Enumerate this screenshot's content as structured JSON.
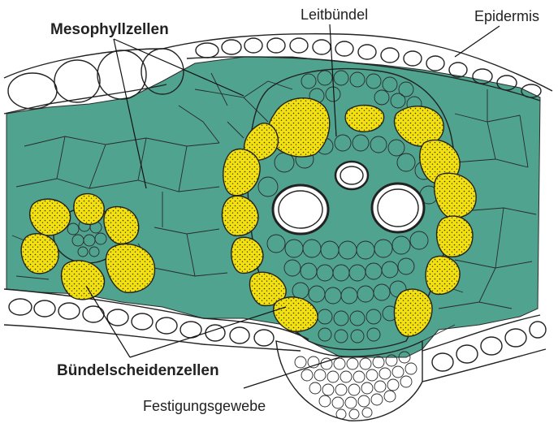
{
  "labels": {
    "mesophyll": "Mesophyllzellen",
    "leitbuendel": "Leitbündel",
    "epidermis": "Epidermis",
    "buendelscheide": "Bündelscheidenzellen",
    "festigung": "Festigungsgewebe"
  },
  "colors": {
    "mesophyll": "#4fa38f",
    "sheath": "#f2e011",
    "background": "#ffffff",
    "line": "#222222"
  }
}
